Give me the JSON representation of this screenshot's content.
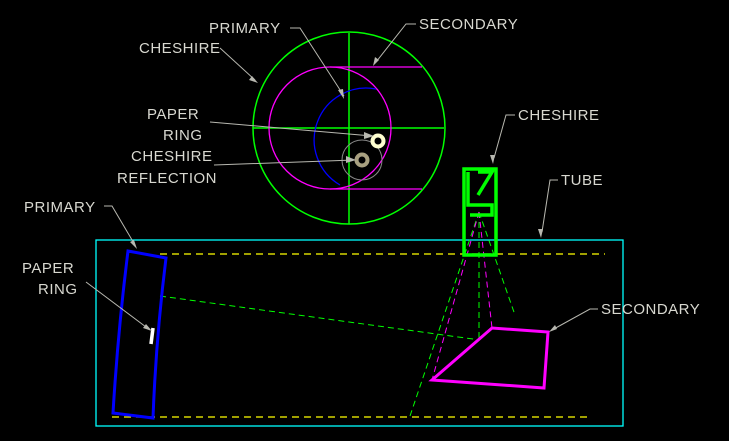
{
  "labels": {
    "primary_top": "PRIMARY",
    "secondary_top": "SECONDARY",
    "cheshire_top": "CHESHIRE",
    "paper_ring_top_1": "PAPER",
    "paper_ring_top_2": "RING",
    "cheshire_reflection_1": "CHESHIRE",
    "cheshire_reflection_2": "REFLECTION",
    "cheshire_side": "CHESHIRE",
    "tube": "TUBE",
    "primary_side": "PRIMARY",
    "paper_ring_side_1": "PAPER",
    "paper_ring_side_2": "RING",
    "secondary_side": "SECONDARY"
  },
  "colors": {
    "cheshire": "#00ff00",
    "secondary": "#ff00ff",
    "primary": "#0000ff",
    "tube": "#00ffff",
    "light_path": "#ffff00"
  }
}
